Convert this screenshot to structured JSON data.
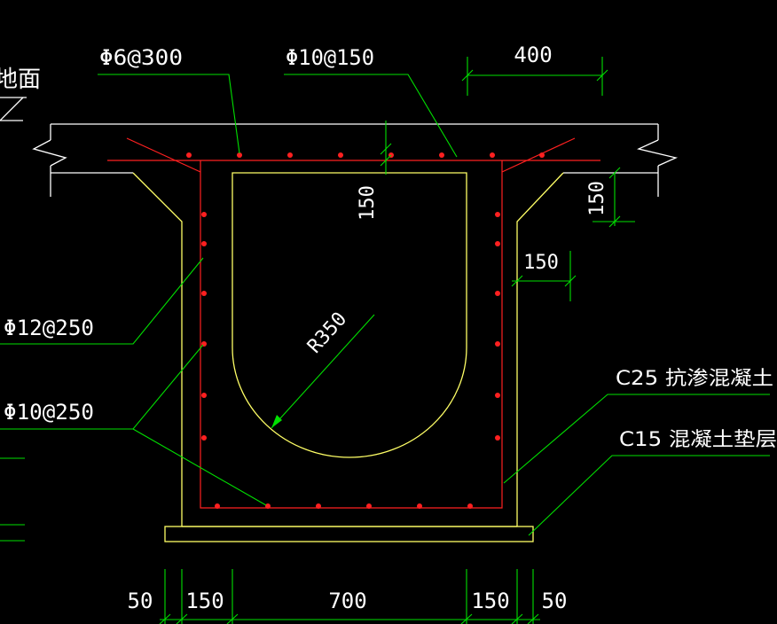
{
  "colors": {
    "background": "#000000",
    "concrete_outline": "#ffff66",
    "rebar": "#ff2020",
    "leader": "#00e000",
    "dimension": "#00e000",
    "ground_line": "#ffffff",
    "text": "#ffffff"
  },
  "labels": {
    "ground": "地面",
    "rebar_top_dist": "Φ6@300",
    "rebar_top_main": "Φ10@150",
    "rebar_wall_main": "Φ12@250",
    "rebar_wall_dist": "Φ10@250",
    "concrete_main": "C25  抗渗混凝土",
    "concrete_bed": "C15  混凝土垫层",
    "radius": "R350"
  },
  "dimensions": {
    "top_width": "400",
    "slab_thickness": "150",
    "haunch_height": "150",
    "wall_thickness_right": "150",
    "bottom": [
      "50",
      "150",
      "700",
      "150",
      "50"
    ]
  }
}
